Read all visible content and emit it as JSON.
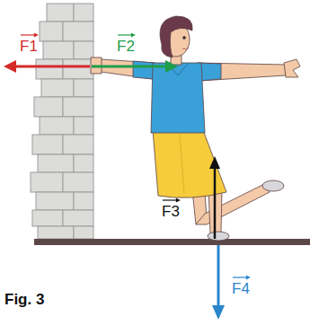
{
  "diagram": {
    "caption": "Fig. 3",
    "labels": [
      "F1",
      "F2",
      "F3",
      "F4"
    ]
  }
}
